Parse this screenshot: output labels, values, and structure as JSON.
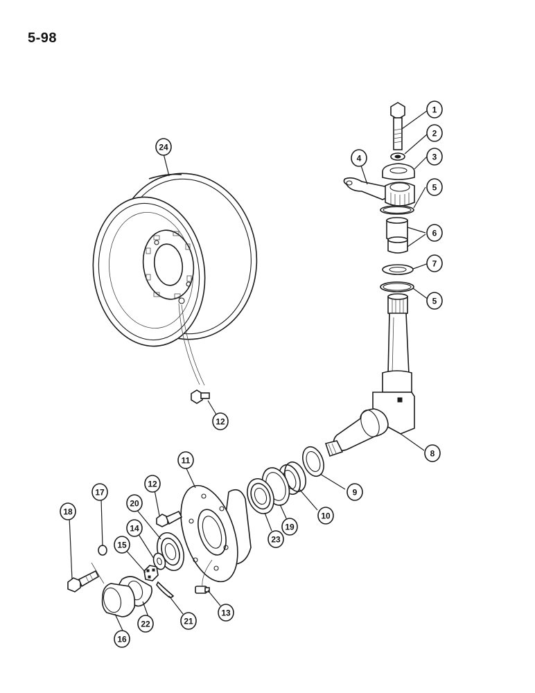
{
  "page": {
    "number": "5-98"
  },
  "callouts": [
    {
      "label": "1"
    },
    {
      "label": "2"
    },
    {
      "label": "3"
    },
    {
      "label": "4"
    },
    {
      "label": "5"
    },
    {
      "label": "6"
    },
    {
      "label": "7"
    },
    {
      "label": "5"
    },
    {
      "label": "24"
    },
    {
      "label": "12"
    },
    {
      "label": "8"
    },
    {
      "label": "9"
    },
    {
      "label": "10"
    },
    {
      "label": "19"
    },
    {
      "label": "23"
    },
    {
      "label": "11"
    },
    {
      "label": "12"
    },
    {
      "label": "20"
    },
    {
      "label": "14"
    },
    {
      "label": "15"
    },
    {
      "label": "17"
    },
    {
      "label": "18"
    },
    {
      "label": "16"
    },
    {
      "label": "22"
    },
    {
      "label": "21"
    },
    {
      "label": "13"
    }
  ]
}
